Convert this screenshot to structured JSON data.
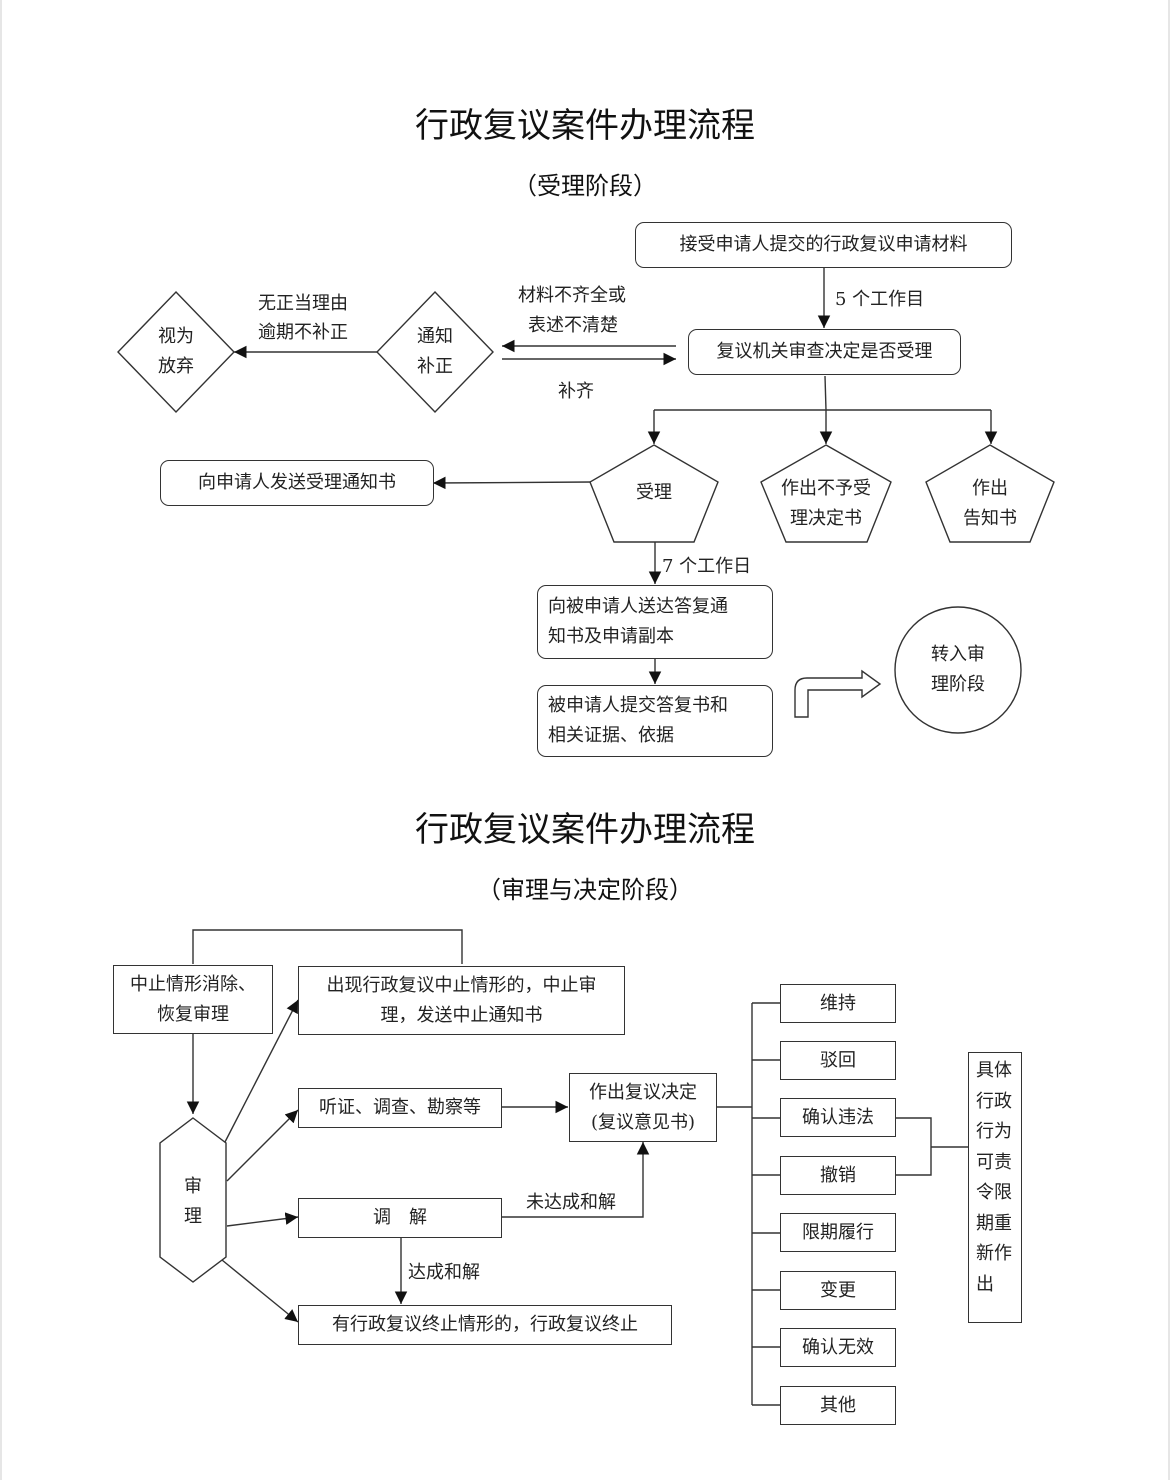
{
  "stage1": {
    "title": "行政复议案件办理流程",
    "subtitle": "（受理阶段）",
    "receive_box": "接受申请人提交的行政复议申请材料",
    "label_5days": "5 个工作目",
    "review_box": "复议机关审查决定是否受理",
    "label_incomplete_1": "材料不齐全或",
    "label_incomplete_2": "表述不清楚",
    "label_supplemented": "补齐",
    "notify_diamond_1": "通知",
    "notify_diamond_2": "补正",
    "label_overdue_1": "无正当理由",
    "label_overdue_2": "逾期不补正",
    "abandon_diamond_1": "视为",
    "abandon_diamond_2": "放弃",
    "accept_pentagon": "受理",
    "reject_pentagon_1": "作出不予受",
    "reject_pentagon_2": "理决定书",
    "inform_pentagon_1": "作出",
    "inform_pentagon_2": "告知书",
    "send_accept_notice": "向申请人发送受理通知书",
    "label_7days": "7 个工作日",
    "serve_respondent_1": "向被申请人送达答复通",
    "serve_respondent_2": "知书及申请副本",
    "respondent_reply_1": "被申请人提交答复书和",
    "respondent_reply_2": "相关证据、依据",
    "transfer_circle_1": "转入审",
    "transfer_circle_2": "理阶段"
  },
  "stage2": {
    "title": "行政复议案件办理流程",
    "subtitle": "（审理与决定阶段）",
    "resume_box_1": "中止情形消除、",
    "resume_box_2": "恢复审理",
    "suspend_box_1": "出现行政复议中止情形的，中止审",
    "suspend_box_2": "理，发送中止通知书",
    "trial_hexagon_1": "审",
    "trial_hexagon_2": "理",
    "hearing_box": "听证、调查、勘察等",
    "mediation_box": "调　解",
    "label_no_settlement": "未达成和解",
    "label_settlement": "达成和解",
    "terminate_box": "有行政复议终止情形的，行政复议终止",
    "decision_box_1": "作出复议决定",
    "decision_box_2": "(复议意见书)",
    "outcomes": [
      "维持",
      "驳回",
      "确认违法",
      "撤销",
      "限期履行",
      "变更",
      "确认无效",
      "其他"
    ],
    "redo_box": [
      "具体",
      "行政",
      "行为",
      "可责",
      "令限",
      "期重",
      "新作",
      "出"
    ]
  }
}
